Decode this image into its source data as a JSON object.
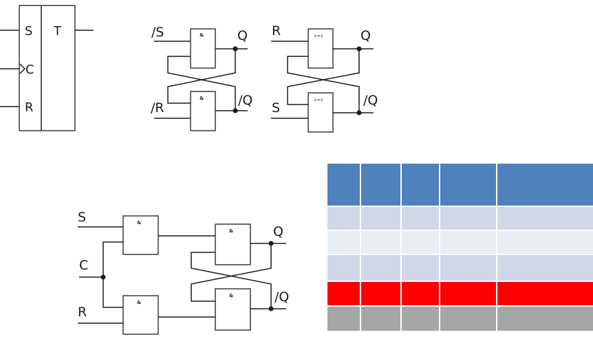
{
  "block_symbol": {
    "function": "T",
    "inputs": [
      "S",
      "C",
      "R"
    ]
  },
  "nand_rs_latch": {
    "inputs": [
      "/S",
      "/R"
    ],
    "outputs": [
      "Q",
      "/Q"
    ],
    "gate_label": "&"
  },
  "nor_rs_latch": {
    "inputs": [
      "R",
      "S"
    ],
    "outputs": [
      "Q",
      "/Q"
    ],
    "gate_label": ">=1"
  },
  "clocked_rs_latch": {
    "inputs": [
      "S",
      "C",
      "R"
    ],
    "outputs": [
      "Q",
      "/Q"
    ],
    "gate_label": "&"
  },
  "truth_table": {
    "header_color": "#4f81bd",
    "row_colors": [
      "#d0d8e8",
      "#e9edf4",
      "#d0d8e8",
      "#ff0000",
      "#a6a6a6"
    ],
    "columns": 5,
    "rows": 5
  }
}
